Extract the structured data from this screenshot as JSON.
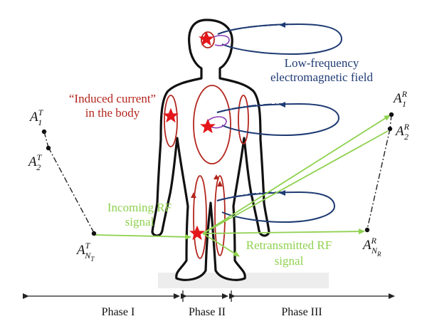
{
  "labels": {
    "low_freq_line1": "Low-frequency",
    "low_freq_line2": "electromagnetic field",
    "induced_line1": "“Induced current”",
    "induced_line2": "in the body",
    "incoming_line1": "Incoming RF",
    "incoming_line2": "signal",
    "retransmitted_line1": "Retransmitted  RF",
    "retransmitted_line2": "signal"
  },
  "antennas": {
    "tx": [
      {
        "base": "A",
        "sup": "T",
        "sub": "1"
      },
      {
        "base": "A",
        "sup": "T",
        "sub": "2"
      },
      {
        "base": "A",
        "sup": "T",
        "sub": "N",
        "subsub": "T"
      }
    ],
    "rx": [
      {
        "base": "A",
        "sup": "R",
        "sub": "1"
      },
      {
        "base": "A",
        "sup": "R",
        "sub": "2"
      },
      {
        "base": "A",
        "sup": "R",
        "sub": "N",
        "subsub": "R"
      }
    ]
  },
  "phases": [
    "Phase I",
    "Phase II",
    "Phase III"
  ],
  "colors": {
    "body_outline": "#111111",
    "current": "#b3261e",
    "star": "#e3161b",
    "field": "#1f3b73",
    "field_inner": "#8b3fb5",
    "signal": "#8fd14f",
    "label_blue": "#1f3b73",
    "label_red": "#b3261e",
    "label_green": "#8fd14f",
    "axis": "#222222"
  }
}
